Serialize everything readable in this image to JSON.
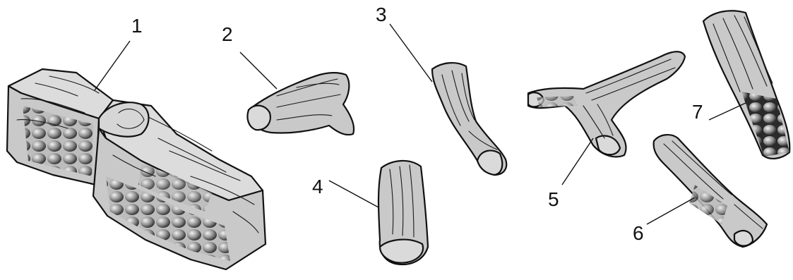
{
  "diagram": {
    "callouts": [
      {
        "id": "1",
        "label": "1"
      },
      {
        "id": "2",
        "label": "2"
      },
      {
        "id": "3",
        "label": "3"
      },
      {
        "id": "4",
        "label": "4"
      },
      {
        "id": "5",
        "label": "5"
      },
      {
        "id": "6",
        "label": "6"
      },
      {
        "id": "7",
        "label": "7"
      }
    ]
  },
  "colors": {
    "log_fill": "#c9c9c9",
    "outline": "#111111",
    "background": "#ffffff"
  }
}
